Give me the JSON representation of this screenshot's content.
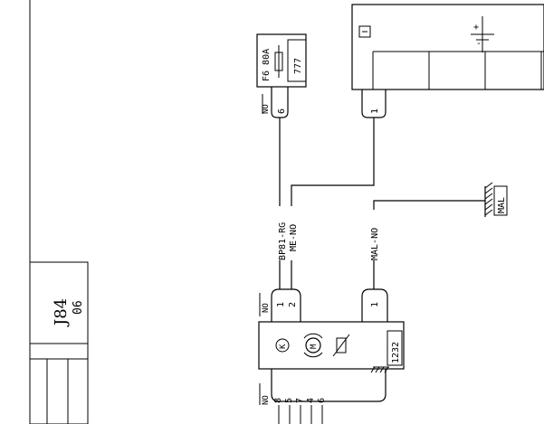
{
  "title_block": {
    "code": "J84",
    "sheet": "06"
  },
  "fuse": {
    "label": "F6 80A",
    "box_id": "777",
    "pin": "6",
    "wire_color": "NO"
  },
  "battery": {
    "plus": "+",
    "minus": "-",
    "pin": "1"
  },
  "ground": {
    "label": "MAL"
  },
  "wires": {
    "w1": "BP81-RG",
    "w2": "ME-NO",
    "w3": "MAL-NO"
  },
  "motor_unit": {
    "id": "1232",
    "connector_a": {
      "color": "NO",
      "pins": [
        "1",
        "2"
      ]
    },
    "connector_b": {
      "pin": "1"
    },
    "connector_c": {
      "color": "NO",
      "pins": [
        "8",
        "5",
        "7",
        "4",
        "6"
      ]
    },
    "motor_symbol": "M",
    "arrow_symbol": "K"
  }
}
